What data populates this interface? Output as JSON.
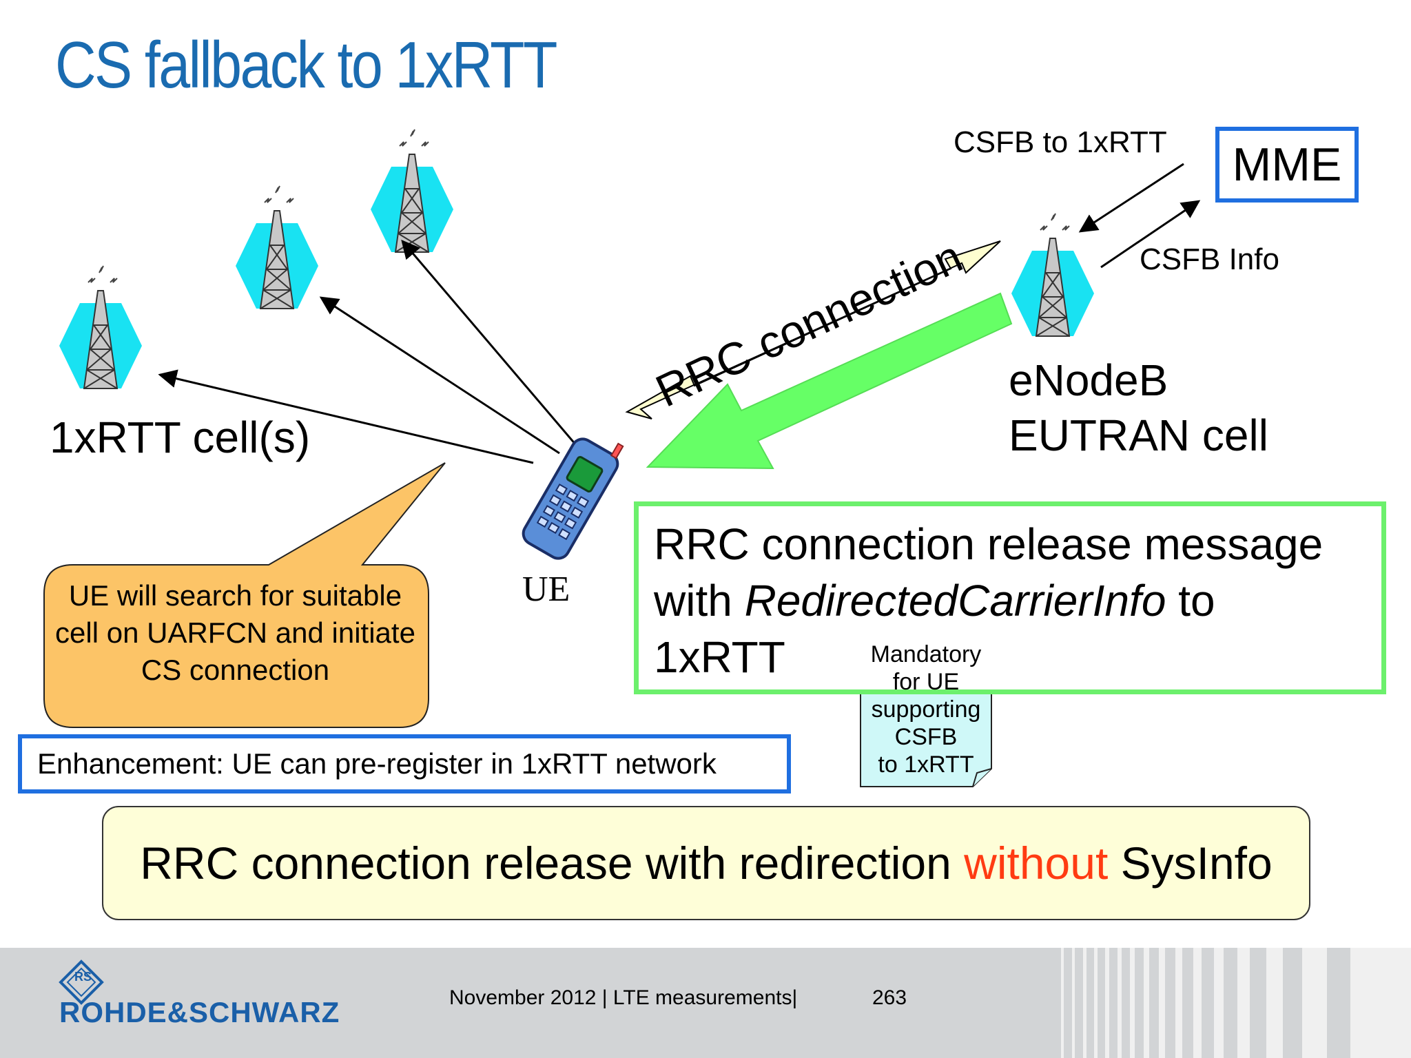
{
  "title": "CS fallback to 1xRTT",
  "labels": {
    "cells": "1xRTT cell(s)",
    "enodeb_line1": "eNodeB",
    "enodeb_line2": "EUTRAN cell",
    "csfb_to": "CSFB to 1xRTT",
    "csfb_info": "CSFB Info",
    "mme": "MME",
    "ue": "UE",
    "rrc_connection": "RRC connection"
  },
  "release_message": {
    "line1": "RRC connection release message",
    "line2_prefix": "with ",
    "line2_italic": "RedirectedCarrierInfo",
    "line2_suffix": " to",
    "line3": "1xRTT"
  },
  "mandatory_note": [
    "Mandatory",
    "for UE",
    "supporting",
    "CSFB",
    "to 1xRTT"
  ],
  "search_callout": "UE will search for suitable cell on UARFCN and initiate CS connection",
  "enhancement": "Enhancement: UE can pre-register in 1xRTT network",
  "bottom_banner": {
    "prefix": "RRC connection release with redirection ",
    "highlight": "without",
    "suffix": " SysInfo"
  },
  "footer": {
    "text": "November 2012 |  LTE measurements|",
    "page": "263",
    "brand": "ROHDE&SCHWARZ",
    "logo_letters": "RS"
  },
  "colors": {
    "title": "#1a6bb0",
    "cell_hex": "#19e2f2",
    "green_box": "#6cf06c",
    "blue_box": "#1f6fe0",
    "callout": "#fcc467",
    "banner_bg": "#fefed8",
    "highlight": "#ff3b12"
  }
}
